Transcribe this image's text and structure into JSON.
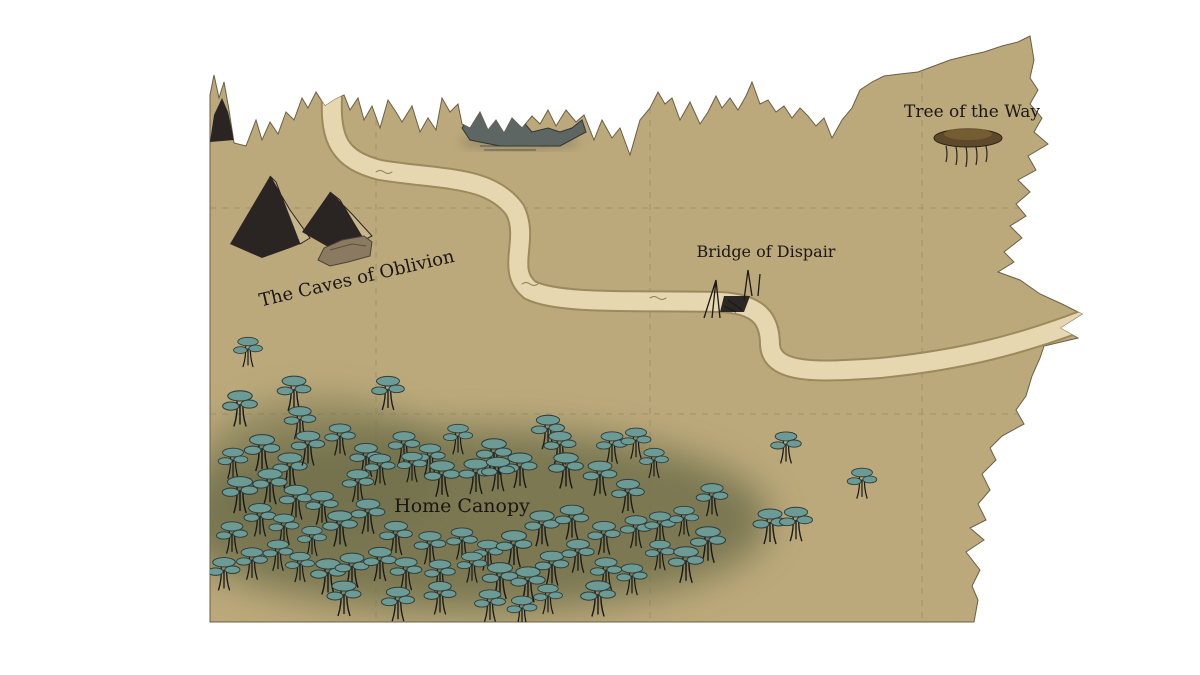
{
  "map": {
    "labels": {
      "caves": "The Caves of Oblivion",
      "bridge": "Bridge of Dispair",
      "tree": "Tree of the Way",
      "canopy": "Home Canopy"
    },
    "colors": {
      "parchment": "#bba97b",
      "parchment_edge": "#6b5f45",
      "road": "#e6d7b0",
      "road_edge": "#9c8a5e",
      "forest_shadow": "#6f6f4b",
      "tree_cap": "#6c9a95",
      "tree_cap_edge": "#2e3b38",
      "trunk": "#1c1a16",
      "mountain_dark": "#2a2522",
      "mountain_light": "#c7b68c",
      "rock": "#8a7a62",
      "grey_peak": "#5e6663",
      "tree_of_way": "#5e4a2a"
    }
  }
}
